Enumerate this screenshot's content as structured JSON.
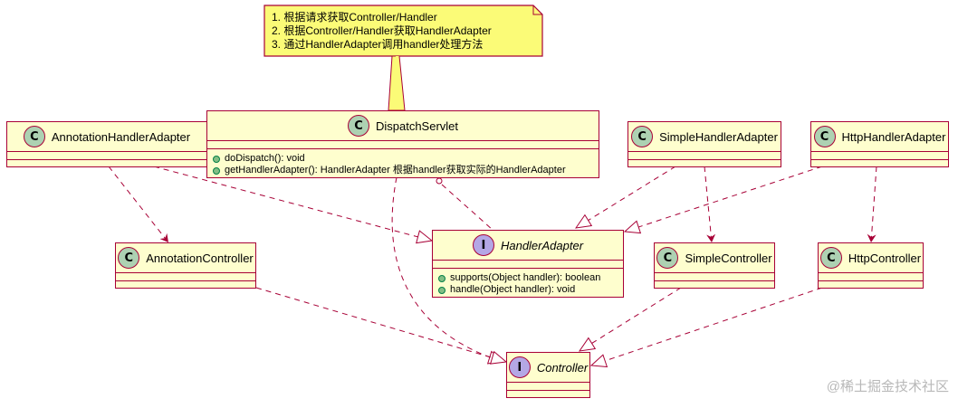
{
  "note": {
    "lines": [
      "1. 根据请求获取Controller/Handler",
      "2. 根据Controller/Handler获取HandlerAdapter",
      "3. 通过HandlerAdapter调用handler处理方法"
    ]
  },
  "classes": {
    "dispatch_servlet": {
      "stereotype": "C",
      "name": "DispatchServlet",
      "methods": [
        "doDispatch(): void",
        "getHandlerAdapter(): HandlerAdapter 根据handler获取实际的HandlerAdapter"
      ]
    },
    "annotation_handler_adapter": {
      "stereotype": "C",
      "name": "AnnotationHandlerAdapter"
    },
    "simple_handler_adapter": {
      "stereotype": "C",
      "name": "SimpleHandlerAdapter"
    },
    "http_handler_adapter": {
      "stereotype": "C",
      "name": "HttpHandlerAdapter"
    },
    "annotation_controller": {
      "stereotype": "C",
      "name": "AnnotationController"
    },
    "handler_adapter": {
      "stereotype": "I",
      "name": "HandlerAdapter",
      "methods": [
        "supports(Object handler): boolean",
        "handle(Object handler): void"
      ]
    },
    "simple_controller": {
      "stereotype": "C",
      "name": "SimpleController"
    },
    "http_controller": {
      "stereotype": "C",
      "name": "HttpController"
    },
    "controller": {
      "stereotype": "I",
      "name": "Controller"
    }
  },
  "watermark": "@稀土掘金技术社区",
  "colors": {
    "border": "#A80036",
    "class_fill": "#FEFECE",
    "note_fill": "#FBFB77",
    "class_badge": "#ADD1B2",
    "interface_badge": "#B4A7E5"
  }
}
